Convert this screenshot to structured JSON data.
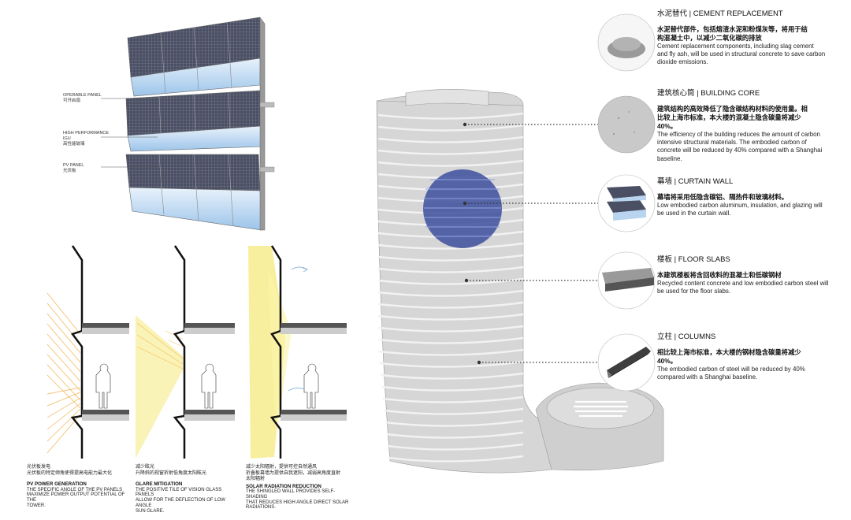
{
  "facade_labels": {
    "operable_en": "OPERABLE PANEL",
    "operable_cn": "可开启扇",
    "igu_en_1": "HIGH PERFORMANCE",
    "igu_en_2": "IGU",
    "igu_cn": "高性能玻璃",
    "pv_en": "PV PANEL",
    "pv_cn": "光伏板"
  },
  "sections": [
    {
      "cn_title": "光伏板发电",
      "cn_desc": "光伏板的特定倾角使得提高电能力最大化",
      "en_title": "PV POWER GENERATION",
      "en_desc": [
        "THE SPECIFIC ANGLE OF THE PV PANELS",
        "MAXIMIZE POWER OUTPUT POTENTIAL OF THE",
        "TOWER."
      ]
    },
    {
      "cn_title": "减少眩光",
      "cn_desc": "升降斜的视窗折射低角度太阳眩光",
      "en_title": "GLARE MITIGATION",
      "en_desc": [
        "THE POSITIVE TILE OF VISION GLASS PANELS",
        "ALLOW FOR THE DEFLECTION OF LOW ANGLE",
        "SUN GLARE."
      ]
    },
    {
      "cn_title": "减少太阳辐射，提供可控自然通风",
      "cn_desc_1": "折叠板幕墙为提供自我遮阳，减弱高角度直射",
      "cn_desc_2": "太阳辐射",
      "en_title": "SOLAR RADIATION REDUCTION",
      "en_desc": [
        "THE SHINGLED WALL PROVIDES SELF-SHADING",
        "THAT REDUCES HIGH ANGLE DIRECT SOLAR",
        "RADIATIONS."
      ]
    }
  ],
  "materials": [
    {
      "title_cn": "水泥替代",
      "title_en": "CEMENT REPLACEMENT",
      "cn": [
        "水泥替代部件，包括熔渣水泥和粉煤灰等，将用于结",
        "构混凝土中，以减少二氧化碳的排放"
      ],
      "en": [
        "Cement replacement components, including slag cement",
        "and fly ash, will be used in structural concrete to save carbon",
        "dioxide emissions."
      ]
    },
    {
      "title_cn": "建筑核心筒",
      "title_en": "BUILDING CORE",
      "cn": [
        "建筑结构的高效降低了隐含碳结构材料的使用量。相",
        "比较上海市标准，本大楼的混凝土隐含碳量将减少",
        "40%。"
      ],
      "en": [
        "The efficiency of the building reduces the amount of carbon",
        "intensive structural materials. The embodied carbon of",
        "concrete will be reduced by 40% compared with a Shanghai",
        "baseline."
      ]
    },
    {
      "title_cn": "幕墙",
      "title_en": "CURTAIN WALL",
      "cn": [
        "幕墙将采用低隐含碳铝、隔热件和玻璃材料。"
      ],
      "en": [
        "Low embodied carbon aluminum, insulation, and glazing will",
        "be used in the curtain wall."
      ]
    },
    {
      "title_cn": "楼板",
      "title_en": "FLOOR SLABS",
      "cn": [
        "本建筑楼板将含回收料的混凝土和低碳钢材"
      ],
      "en": [
        "Recycled content concrete and low embodied carbon steel will",
        "be used for the floor slabs."
      ]
    },
    {
      "title_cn": "立柱",
      "title_en": "COLUMNS",
      "cn": [
        "相比较上海市标准，本大楼的钢材隐含碳量将减少",
        "40%。"
      ],
      "en": [
        "The embodied carbon of steel will be reduced by 40%",
        "compared with a Shanghai baseline."
      ]
    }
  ],
  "colors": {
    "pv_panel": "#4a4f63",
    "glass": "#b8d4ef",
    "sun_orange": "#f2a531",
    "sun_yellow": "#f5ea7d",
    "tower": "#d4d4d4",
    "circle_blue": "#3d4f9e",
    "leader": "#333333"
  }
}
